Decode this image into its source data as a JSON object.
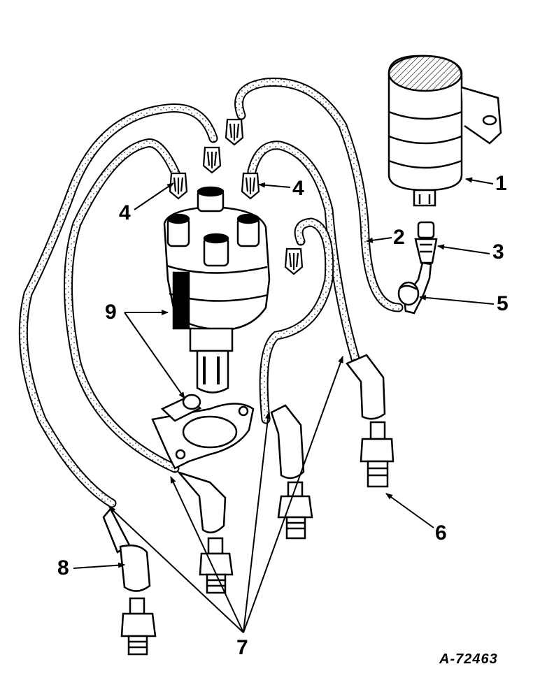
{
  "diagram": {
    "drawing_id": "A-72463",
    "callouts": [
      {
        "id": "c1",
        "label": "1"
      },
      {
        "id": "c2",
        "label": "2"
      },
      {
        "id": "c3",
        "label": "3"
      },
      {
        "id": "c4a",
        "label": "4"
      },
      {
        "id": "c4b",
        "label": "4"
      },
      {
        "id": "c5",
        "label": "5"
      },
      {
        "id": "c6",
        "label": "6"
      },
      {
        "id": "c7",
        "label": "7"
      },
      {
        "id": "c8",
        "label": "8"
      },
      {
        "id": "c9",
        "label": "9"
      }
    ]
  }
}
